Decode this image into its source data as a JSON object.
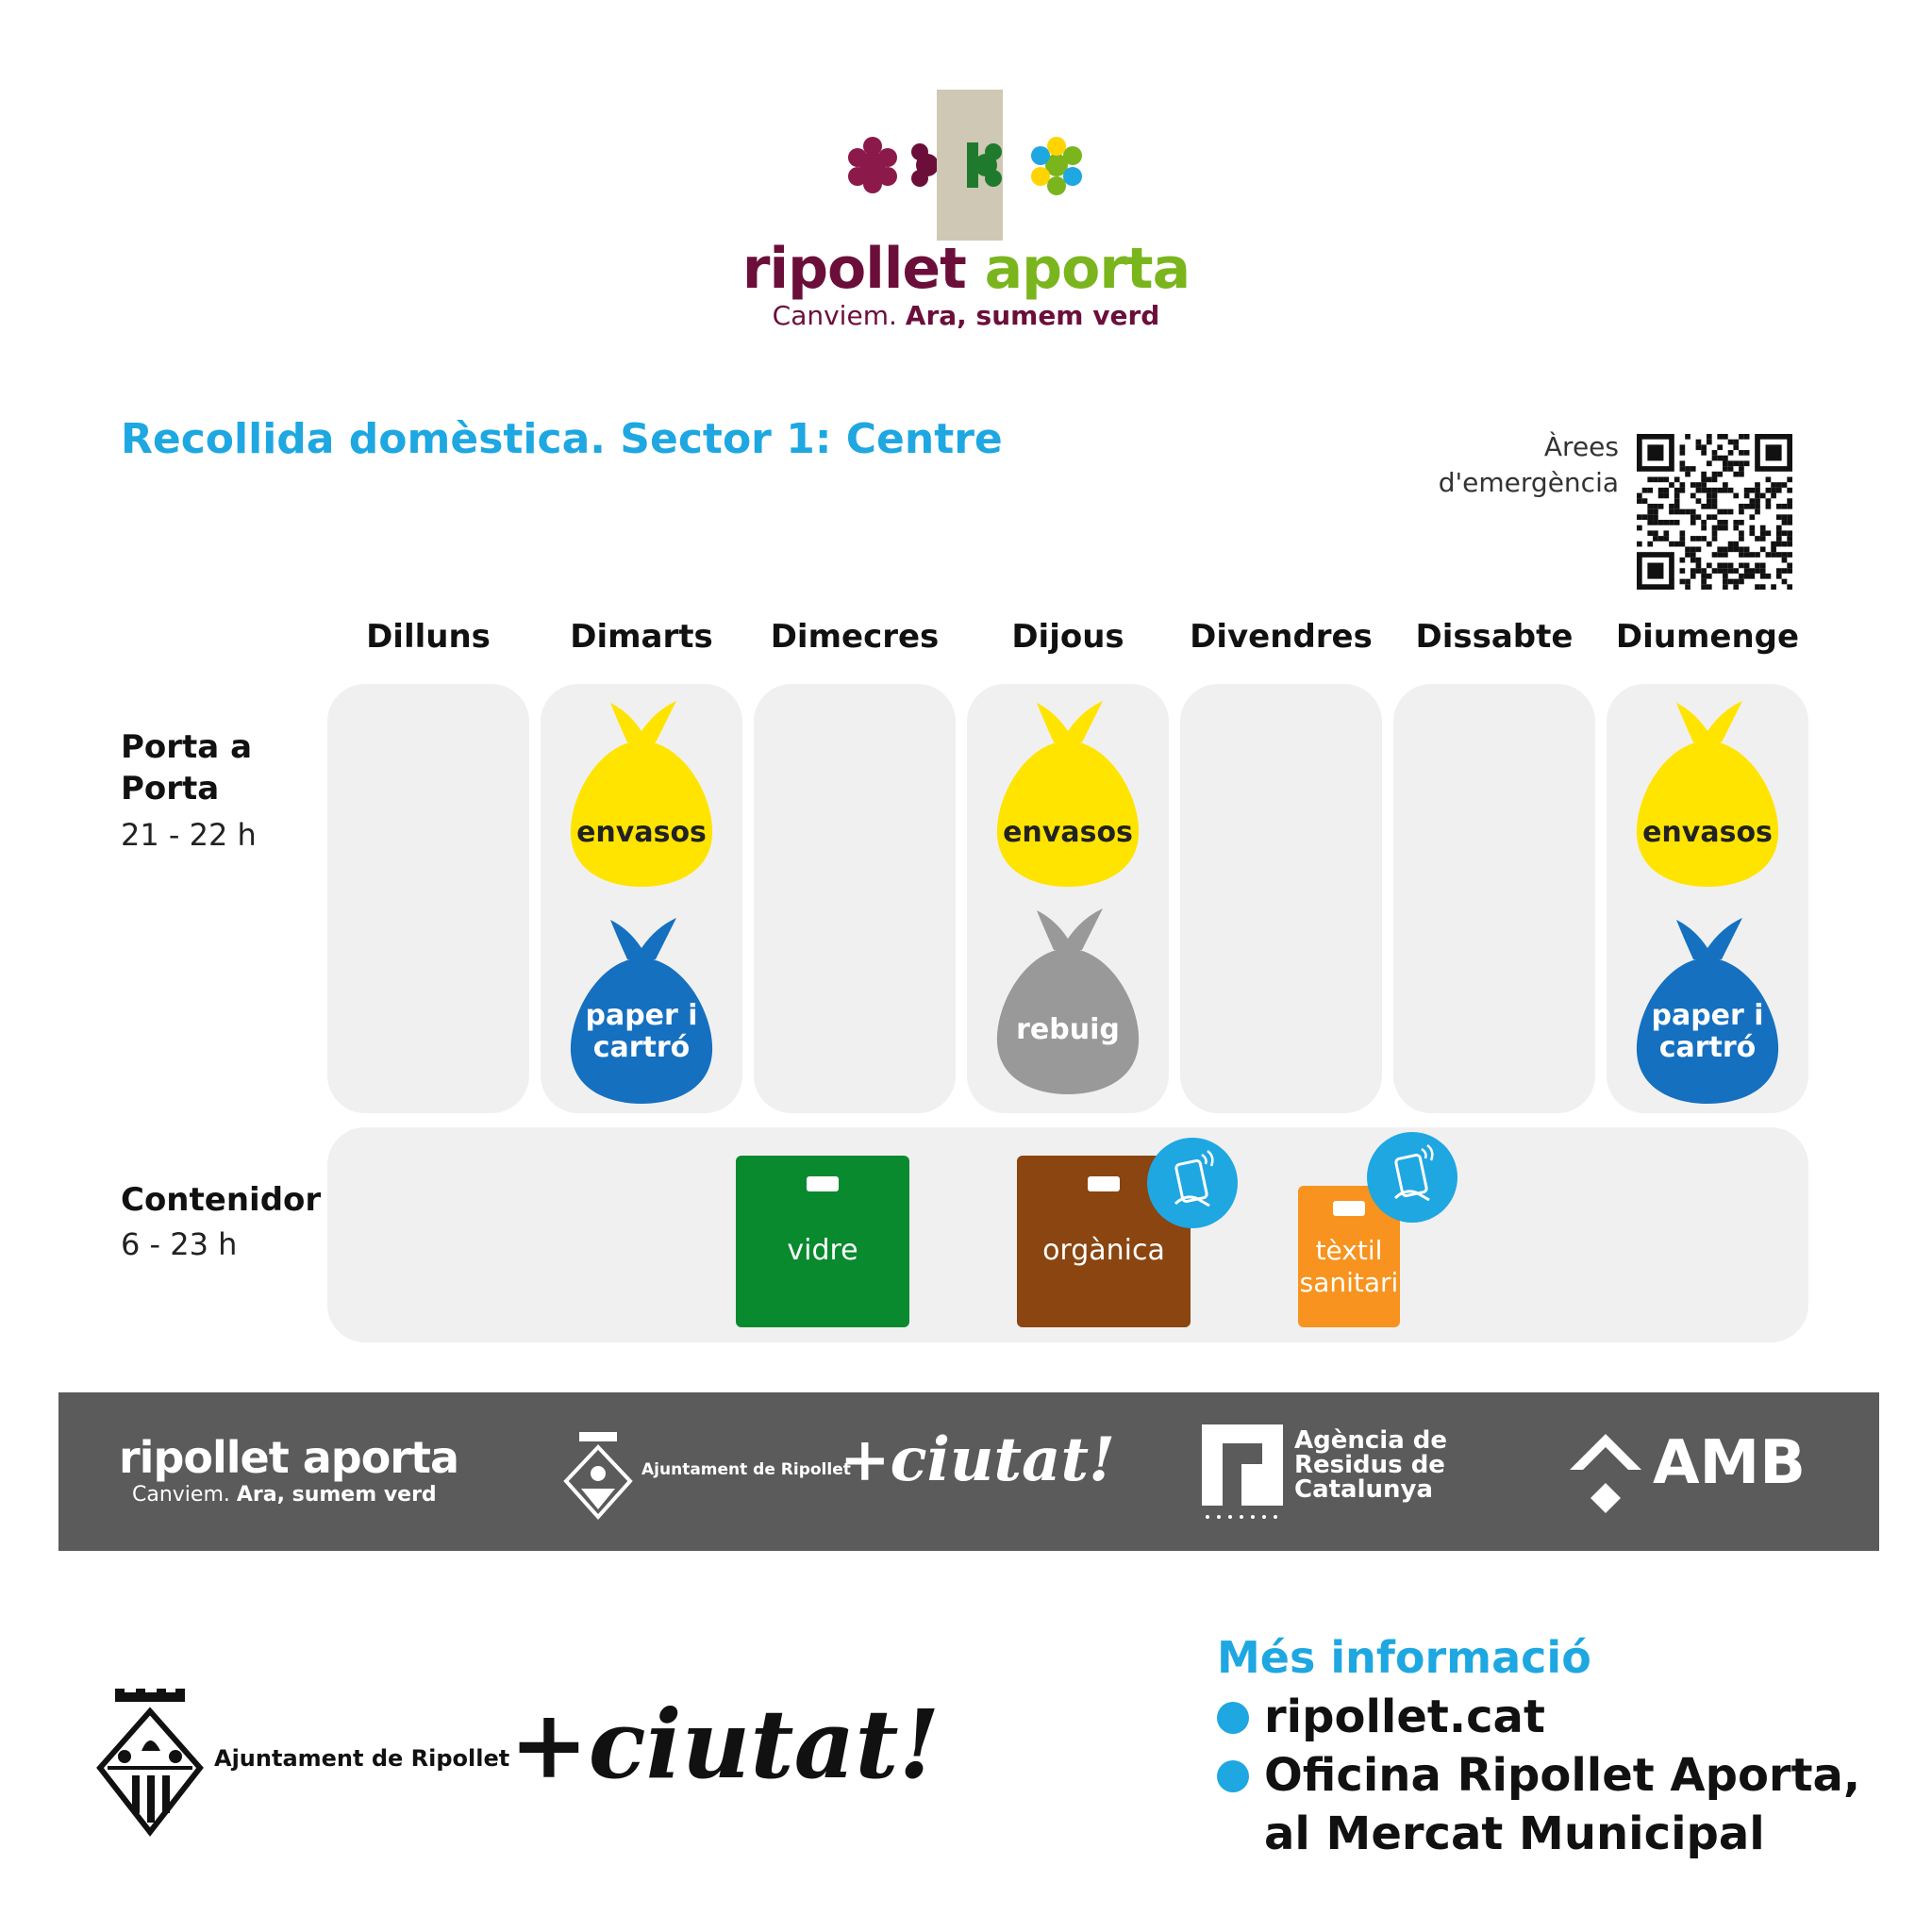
{
  "brand": {
    "title_part1": "ripollet",
    "title_part2": "aporta",
    "subtitle_regular": "Canviem.",
    "subtitle_bold": "Ara, sumem verd"
  },
  "page_title": "Recollida domèstica. Sector 1: Centre",
  "qr": {
    "label_line1": "Àrees",
    "label_line2": "d'emergència"
  },
  "days": [
    "Dilluns",
    "Dimarts",
    "Dimecres",
    "Dijous",
    "Divendres",
    "Dissabte",
    "Diumenge"
  ],
  "rows": {
    "door": {
      "label_line1": "Porta a",
      "label_line2": "Porta",
      "hours": "21 - 22 h"
    },
    "container": {
      "label": "Contenidor",
      "hours": "6 - 23 h"
    }
  },
  "bags": {
    "envasos": "envasos",
    "paper_line1": "paper i",
    "paper_line2": "cartró",
    "rebuig": "rebuig"
  },
  "containers": {
    "vidre": "vidre",
    "organica": "orgànica",
    "textil_line1": "tèxtil",
    "textil_line2": "sanitari"
  },
  "colors": {
    "envasos": "#ffe400",
    "paper": "#1570c0",
    "rebuig": "#999999",
    "vidre": "#0a8a2e",
    "organica": "#8a4510",
    "textil": "#f7931e",
    "accent": "#1ea7e1"
  },
  "footer": {
    "brand_title": "ripollet aporta",
    "brand_sub_regular": "Canviem.",
    "brand_sub_bold": "Ara, sumem verd",
    "ajuntament": "Ajuntament de Ripollet",
    "ciutat": "+ciutat!",
    "arc_line1": "Agència de",
    "arc_line2": "Residus de",
    "arc_line3": "Catalunya",
    "amb": "AMB"
  },
  "bottom": {
    "ajuntament": "Ajuntament de Ripollet",
    "ciutat": "+ciutat!",
    "info_title": "Més informació",
    "info_items": [
      "ripollet.cat",
      "Oficina Ripollet Aporta,",
      "al Mercat Municipal"
    ]
  }
}
